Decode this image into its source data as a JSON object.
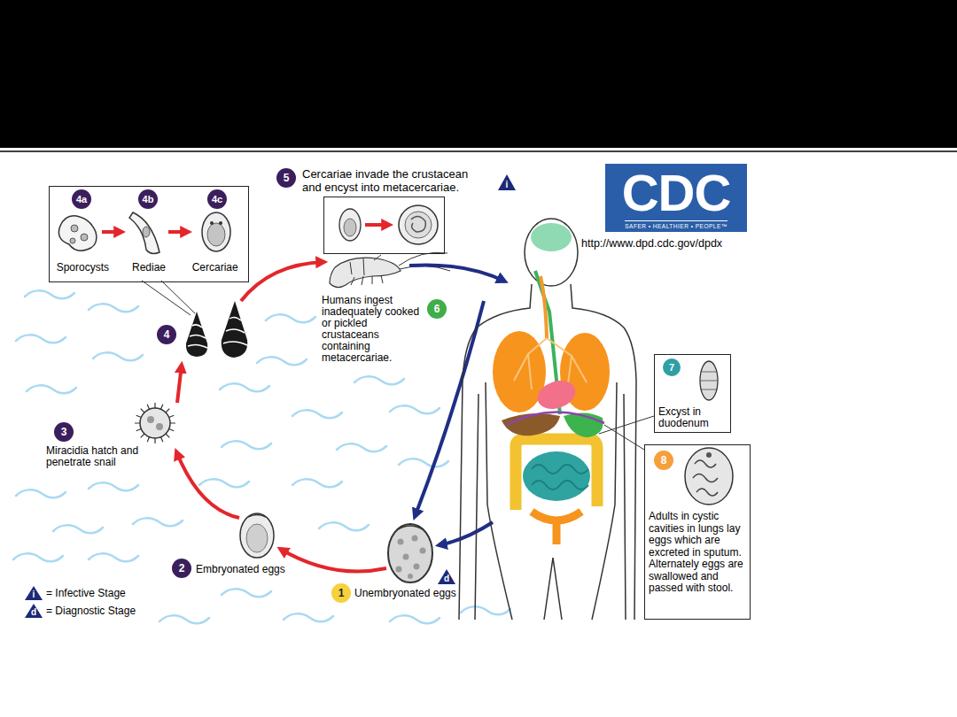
{
  "diagram": {
    "nodes": [
      {
        "text": [
          "Sporocysts",
          "Rediae",
          "Cercariae"
        ]
      },
      {
        "text": [
          "4a"
        ],
        "in": 0
      },
      {
        "text": [
          "4b"
        ],
        "in": 0
      },
      {
        "text": [
          "4c"
        ],
        "in": 0
      },
      {
        "text": [
          "5"
        ]
      },
      {
        "text": [
          "Cercariae invade the crustacean and encyst into metacercariae."
        ]
      },
      {
        "text": [
          "i"
        ]
      },
      {
        "text": [
          "CDC",
          "SAFER • HEALTHIER • PEOPLE™"
        ]
      },
      {
        "text": [
          "4"
        ]
      },
      {
        "text": [
          "6"
        ]
      },
      {
        "text": [
          "Excyst in duodenum"
        ]
      },
      {
        "text": [
          "7"
        ],
        "in": 10
      },
      {
        "text": [
          "3"
        ]
      },
      {
        "text": [
          "Adults in cystic cavities in lungs lay eggs which are excreted in sputum. Alternately eggs are swallowed and passed with stool."
        ]
      },
      {
        "text": [
          "8"
        ],
        "in": 13
      },
      {
        "text": [
          "2"
        ]
      },
      {
        "text": [
          "d"
        ]
      },
      {
        "text": [
          "1"
        ]
      },
      {
        "text": [
          "i"
        ]
      },
      {
        "text": [
          "d"
        ]
      }
    ],
    "labels": [
      "Humans ingest inadequately cooked or pickled crustaceans containing metacercariae.",
      "http://www.dpd.cdc.gov/dpdx",
      "Miracidia hatch and penetrate snail",
      "Embryonated eggs",
      "Unembryonated eggs"
    ],
    "legend": [
      {
        "text": "= Infective Stage"
      },
      {
        "text": "= Diagnostic Stage"
      }
    ]
  }
}
